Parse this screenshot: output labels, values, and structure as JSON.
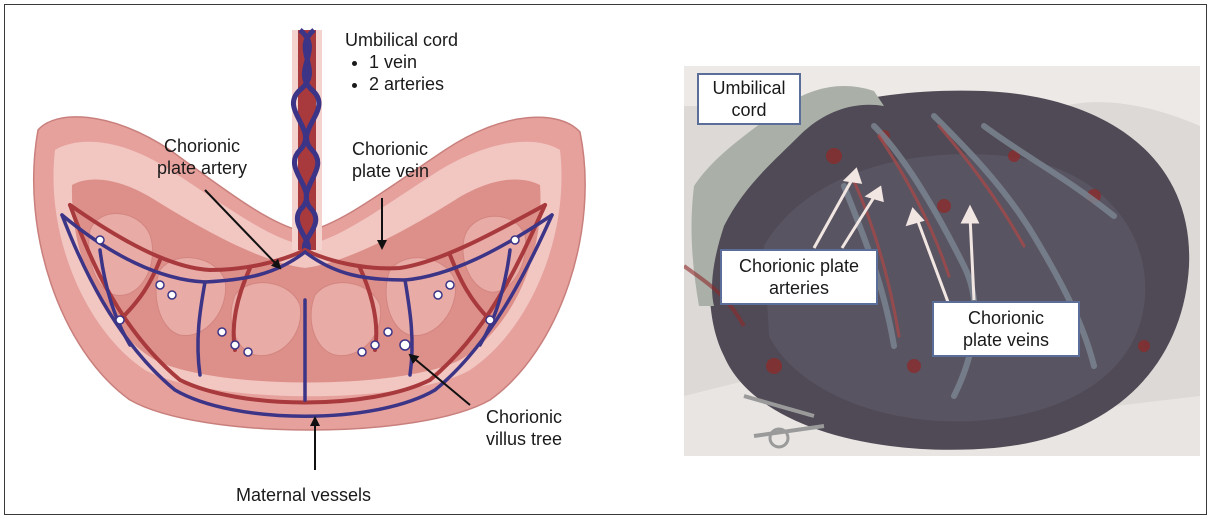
{
  "diagram": {
    "umbilical_cord_title": "Umbilical cord",
    "umbilical_cord_items": [
      "1 vein",
      "2 arteries"
    ],
    "chorionic_plate_artery": [
      "Chorionic",
      "plate artery"
    ],
    "chorionic_plate_vein": [
      "Chorionic",
      "plate vein"
    ],
    "chorionic_villus_tree": [
      "Chorionic",
      "villus tree"
    ],
    "maternal_vessels": "Maternal vessels"
  },
  "photo": {
    "umbilical_cord_callout": [
      "Umbilical",
      "cord"
    ],
    "arteries_callout": [
      "Chorionic plate",
      "arteries"
    ],
    "veins_callout": [
      "Chorionic",
      "plate veins"
    ]
  },
  "colors": {
    "artery": "#a8393c",
    "vein": "#3c3486",
    "tissue_outer": "#e6a19d",
    "tissue_inner": "#f6d3cf",
    "callout_border": "#5b6e9a"
  }
}
